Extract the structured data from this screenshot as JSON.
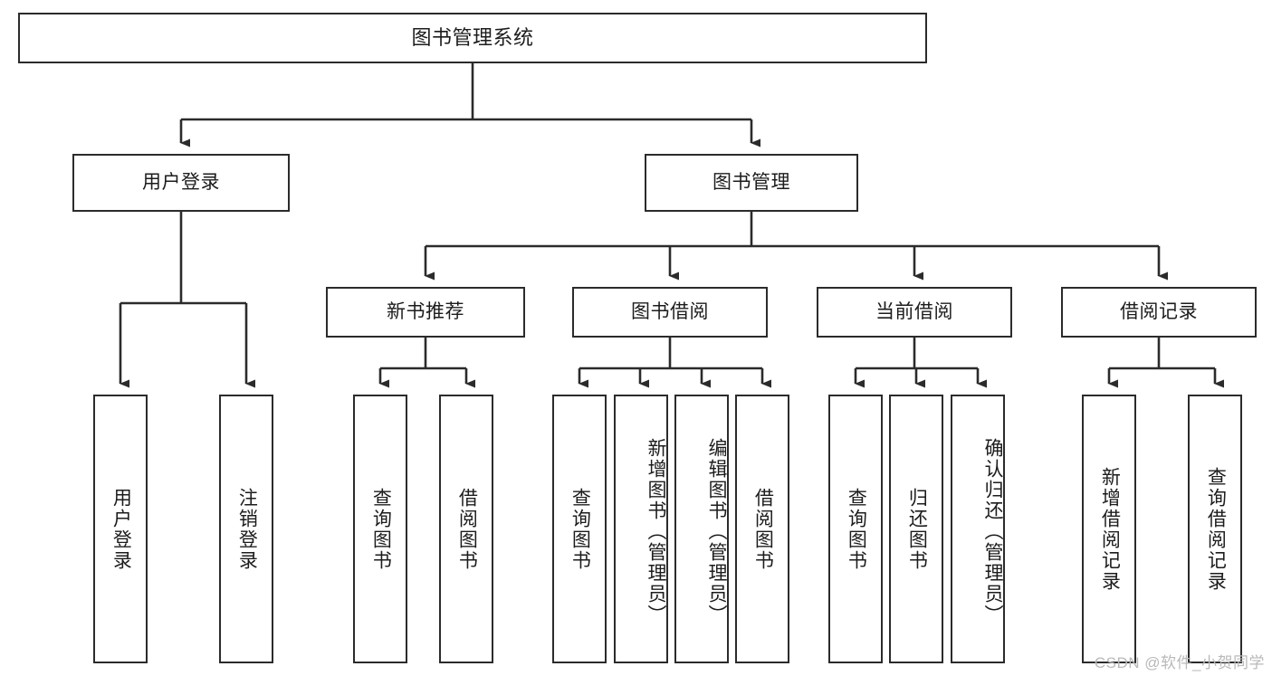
{
  "diagram": {
    "title": "图书管理系统",
    "type": "tree",
    "watermark": "CSDN @软件_小贺同学",
    "line_color": "#2b2b2b",
    "box_fill": "#ffffff",
    "text_color": "#1c1c1c"
  },
  "nodes": {
    "root": {
      "label": "图书管理系统"
    },
    "level1": [
      {
        "id": "user-login",
        "label": "用户登录"
      },
      {
        "id": "book-manage",
        "label": "图书管理"
      }
    ],
    "level2": [
      {
        "id": "new-book-recommend",
        "label": "新书推荐"
      },
      {
        "id": "book-borrow",
        "label": "图书借阅"
      },
      {
        "id": "current-borrow",
        "label": "当前借阅"
      },
      {
        "id": "borrow-record",
        "label": "借阅记录"
      }
    ],
    "leaves": {
      "user-login": [
        {
          "id": "leaf-user-login",
          "label": "用户登录"
        },
        {
          "id": "leaf-user-logout",
          "label": "注销登录"
        }
      ],
      "new-book-recommend": [
        {
          "id": "leaf-query-book-1",
          "label": "查询图书"
        },
        {
          "id": "leaf-borrow-book-1",
          "label": "借阅图书"
        }
      ],
      "book-borrow": [
        {
          "id": "leaf-query-book-2",
          "label": "查询图书"
        },
        {
          "id": "leaf-add-book",
          "label": "新增图书（管理员）"
        },
        {
          "id": "leaf-edit-book",
          "label": "编辑图书（管理员）"
        },
        {
          "id": "leaf-borrow-book-2",
          "label": "借阅图书"
        }
      ],
      "current-borrow": [
        {
          "id": "leaf-query-book-3",
          "label": "查询图书"
        },
        {
          "id": "leaf-return-book",
          "label": "归还图书"
        },
        {
          "id": "leaf-confirm-return",
          "label": "确认归还（管理员）"
        }
      ],
      "borrow-record": [
        {
          "id": "leaf-add-record",
          "label": "新增借阅记录"
        },
        {
          "id": "leaf-query-record",
          "label": "查询借阅记录"
        }
      ]
    }
  }
}
